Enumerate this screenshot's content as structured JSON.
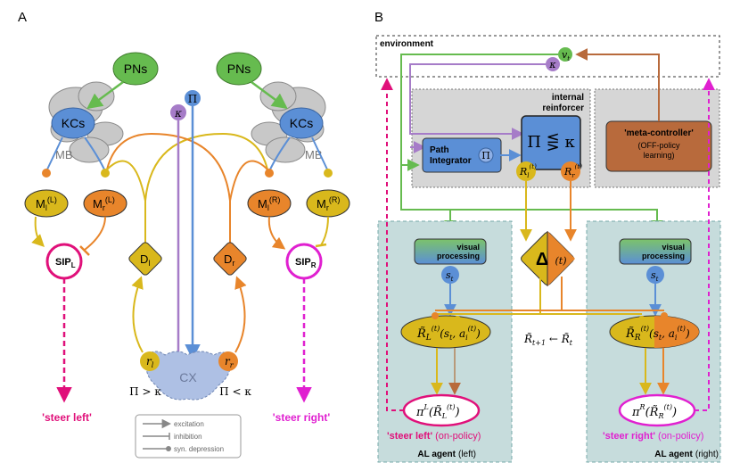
{
  "panel_a": {
    "label": "A",
    "pns": "PNs",
    "kcs": "KCs",
    "mb": "MB",
    "m_l_left": "M",
    "m_l_left_sup": "(L)",
    "m_l_left_sub": "l",
    "m_r_left": "M",
    "m_r_left_sup": "(L)",
    "m_r_left_sub": "r",
    "m_l_right": "M",
    "m_l_right_sup": "(R)",
    "m_l_right_sub": "l",
    "m_r_right": "M",
    "m_r_right_sup": "(R)",
    "m_r_right_sub": "r",
    "sip_l": "SIP",
    "sip_l_sub": "L",
    "sip_r": "SIP",
    "sip_r_sub": "R",
    "d_l": "D",
    "d_l_sub": "l",
    "d_r": "D",
    "d_r_sub": "r",
    "kappa": "κ",
    "pi": "Π",
    "r_l": "r",
    "r_l_sub": "l",
    "r_r": "r",
    "r_r_sub": "r",
    "cx": "CX",
    "pi_gt_kappa": "Π > κ",
    "pi_lt_kappa": "Π < κ",
    "steer_left": "'steer left'",
    "steer_right": "'steer right'",
    "legend": {
      "excitation": "excitation",
      "inhibition": "inhibition",
      "depression": "syn. depression"
    }
  },
  "panel_b": {
    "label": "B",
    "environment": "environment",
    "v_t": "v",
    "v_t_sub": "t",
    "kappa": "κ",
    "internal_reinforcer": "internal\nreinforcer",
    "path_integrator": "Path\nIntegrator",
    "pi": "Π",
    "pi_compare": "Π ⋚ κ",
    "r_l": "R",
    "r_l_sub": "l",
    "r_l_sup": "(t)",
    "r_r": "R",
    "r_r_sub": "r",
    "r_r_sup": "(t)",
    "meta_controller": "'meta-controller'",
    "meta_controller_sub": "(OFF-policy\nlearning)",
    "visual_processing": "visual\nprocessing",
    "s_t": "s",
    "s_t_sub": "t",
    "delta": "Δ",
    "delta_t": "(t)",
    "r_tilde_L": "R̃",
    "r_tilde_L_args": "(s",
    "r_tilde_R": "R̃",
    "update_rule": "R̃t+1 ← R̃t",
    "pi_L": "π",
    "pi_L_sup": "L",
    "pi_R": "π",
    "pi_R_sup": "R",
    "steer_left": "'steer left'",
    "steer_left_policy": "(on-policy)",
    "steer_right": "'steer right'",
    "steer_right_policy": "(on-policy)",
    "agent_left": "AL agent",
    "agent_left_side": "(left)",
    "agent_right": "AL agent",
    "agent_right_side": "(right)"
  },
  "colors": {
    "green": "#66bb4f",
    "blue": "#5b8fd6",
    "purple": "#a67cc8",
    "orange": "#e8852b",
    "yellow": "#d9b81c",
    "magenta": "#e0107a",
    "pink": "#e020d0",
    "brown": "#b86a3c",
    "teal_bg": "#c6dcdc",
    "grey_bg": "#d6d6d6"
  }
}
